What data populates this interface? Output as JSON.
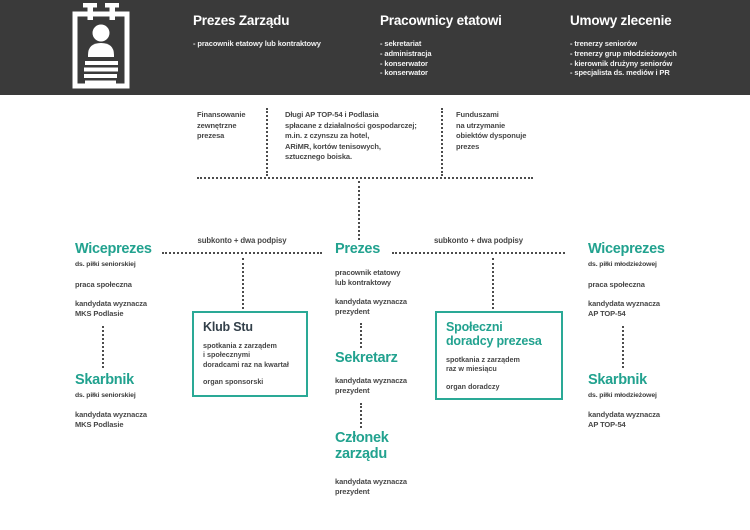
{
  "colors": {
    "accent_teal": "#22a28f",
    "header_bg": "#3a3a3a",
    "text_dark": "#3f3f3f",
    "line_dotted": "#4c4c4c"
  },
  "header": {
    "icon": "id-badge-icon",
    "columns": [
      {
        "title": "Prezes Zarządu",
        "items": [
          "- pracownik etatowy lub kontraktowy"
        ]
      },
      {
        "title": "Pracownicy etatowi",
        "items": [
          "- sekretariat",
          "- administracja",
          "- konserwator",
          "- konserwator"
        ]
      },
      {
        "title": "Umowy zlecenie",
        "items": [
          "- trenerzy seniorów",
          "- trenerzy grup młodzieżowych",
          "- kierownik drużyny seniorów",
          "- specjalista ds. mediów i PR"
        ]
      }
    ]
  },
  "finance_notes": [
    {
      "text": "Finansowanie\nzewnętrzne\nprezesa"
    },
    {
      "text": "Długi AP TOP-54 i Podlasia\nspłacane z działalności gospodarczej;\nm.in. z czynszu za hotel,\nARiMR, kortów tenisowych,\nsztucznego boiska."
    },
    {
      "text": "Funduszami\nna utrzymanie\nobiektów dysponuje\nprezes"
    }
  ],
  "connections": {
    "subkonto_left": "subkonto + dwa podpisy",
    "subkonto_right": "subkonto + dwa podpisy"
  },
  "org": {
    "left": {
      "wiceprezes": {
        "title": "Wiceprezes",
        "subtitle": "ds. piłki seniorskiej",
        "note1": "praca społeczna",
        "note2": "kandydata wyznacza\nMKS Podlasie"
      },
      "skarbnik": {
        "title": "Skarbnik",
        "subtitle": "ds. piłki seniorskiej",
        "note": "kandydata wyznacza\nMKS Podlasie"
      }
    },
    "center": {
      "prezes": {
        "title": "Prezes",
        "note1": "pracownik etatowy\nlub kontraktowy",
        "note2": "kandydata wyznacza\nprezydent"
      },
      "sekretarz": {
        "title": "Sekretarz",
        "note": "kandydata wyznacza\nprezydent"
      },
      "czlonek": {
        "title": "Członek\nzarządu",
        "note": "kandydata wyznacza\nprezydent"
      }
    },
    "right": {
      "wiceprezes": {
        "title": "Wiceprezes",
        "subtitle": "ds. piłki młodzieżowej",
        "note1": "praca społeczna",
        "note2": "kandydata wyznacza\nAP TOP-54"
      },
      "skarbnik": {
        "title": "Skarbnik",
        "subtitle": "ds. piłki młodzieżowej",
        "note": "kandydata wyznacza\nAP TOP-54"
      }
    },
    "boxes": {
      "klub_stu": {
        "title": "Klub Stu",
        "body": "spotkania z zarządem\ni społecznymi\ndoradcami raz na kwartał",
        "footer": "organ sponsorski"
      },
      "doradcy": {
        "title": "Społeczni\ndoradcy prezesa",
        "body": "spotkania z zarządem\nraz w miesiącu",
        "footer": "organ doradczy"
      }
    }
  }
}
